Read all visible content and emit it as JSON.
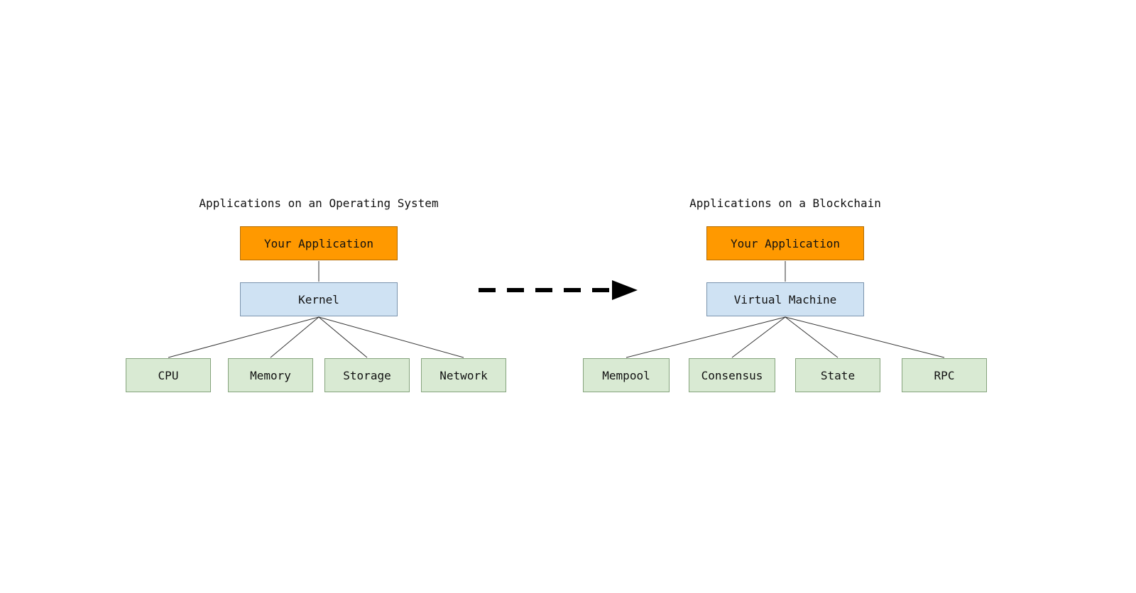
{
  "diagram": {
    "left": {
      "title": "Applications on an Operating System",
      "app_label": "Your Application",
      "middle_label": "Kernel",
      "children": [
        "CPU",
        "Memory",
        "Storage",
        "Network"
      ]
    },
    "right": {
      "title": "Applications on a Blockchain",
      "app_label": "Your Application",
      "middle_label": "Virtual Machine",
      "children": [
        "Mempool",
        "Consensus",
        "State",
        "RPC"
      ]
    },
    "colors": {
      "app_fill": "#ff9900",
      "app_border": "#b36b00",
      "middle_fill": "#cfe2f3",
      "middle_border": "#7a93ad",
      "child_fill": "#d9ead3",
      "child_border": "#85a37c",
      "connector": "#333333",
      "arrow": "#000000",
      "background": "#ffffff",
      "text": "#111111"
    }
  }
}
